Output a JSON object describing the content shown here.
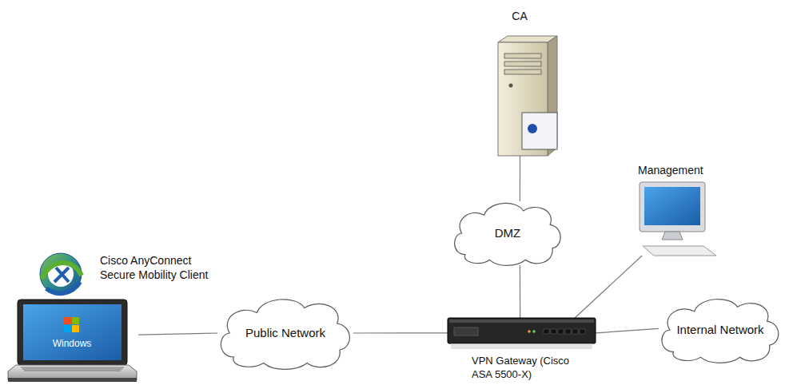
{
  "diagram": {
    "nodes": [
      {
        "text": [
          "Cisco AnyConnect Secure Mobility Client",
          "Windows"
        ]
      },
      {
        "text": [
          "Public Network"
        ]
      },
      {
        "text": [
          "VPN Gateway (Cisco ASA 5500-X)"
        ]
      },
      {
        "text": [
          "DMZ"
        ]
      },
      {
        "text": [
          "CA"
        ]
      },
      {
        "text": [
          "Management"
        ]
      },
      {
        "text": [
          "Internal Network"
        ]
      }
    ],
    "edges": [
      {
        "from": 0,
        "to": 1,
        "arrow": "none"
      },
      {
        "from": 1,
        "to": 2,
        "arrow": "none"
      },
      {
        "from": 2,
        "to": 3,
        "arrow": "none"
      },
      {
        "from": 3,
        "to": 4,
        "arrow": "none"
      },
      {
        "from": 2,
        "to": 5,
        "arrow": "none"
      },
      {
        "from": 2,
        "to": 6,
        "arrow": "none"
      }
    ]
  }
}
